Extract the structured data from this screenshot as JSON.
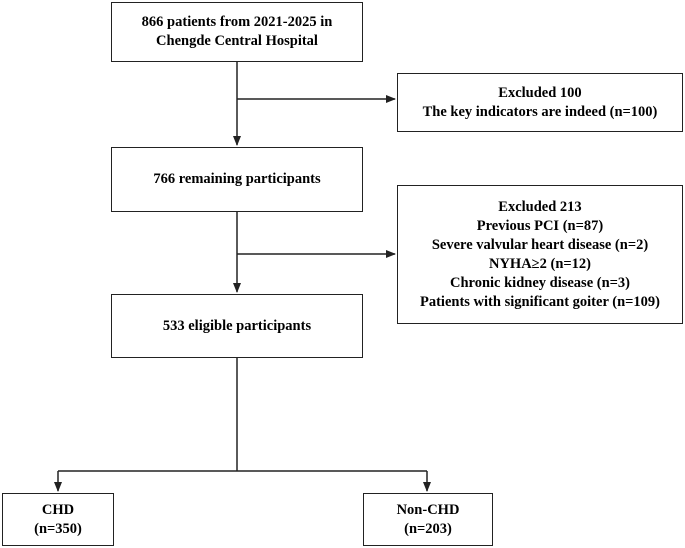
{
  "flowchart": {
    "start": {
      "lines": [
        "866 patients from 2021-2025 in",
        "Chengde Central Hospital"
      ]
    },
    "exclusion1": {
      "lines": [
        "Excluded 100",
        "The key indicators are indeed (n=100)"
      ]
    },
    "remaining": {
      "lines": [
        "766 remaining participants"
      ]
    },
    "exclusion2": {
      "lines": [
        "Excluded 213",
        "Previous PCI (n=87)",
        "Severe valvular heart disease (n=2)",
        "NYHA≥2 (n=12)",
        "Chronic kidney disease (n=3)",
        "Patients with significant goiter (n=109)"
      ]
    },
    "eligible": {
      "lines": [
        "533 eligible participants"
      ]
    },
    "chd": {
      "lines": [
        "CHD",
        "(n=350)"
      ]
    },
    "non_chd": {
      "lines": [
        "Non-CHD",
        "(n=203)"
      ]
    }
  }
}
